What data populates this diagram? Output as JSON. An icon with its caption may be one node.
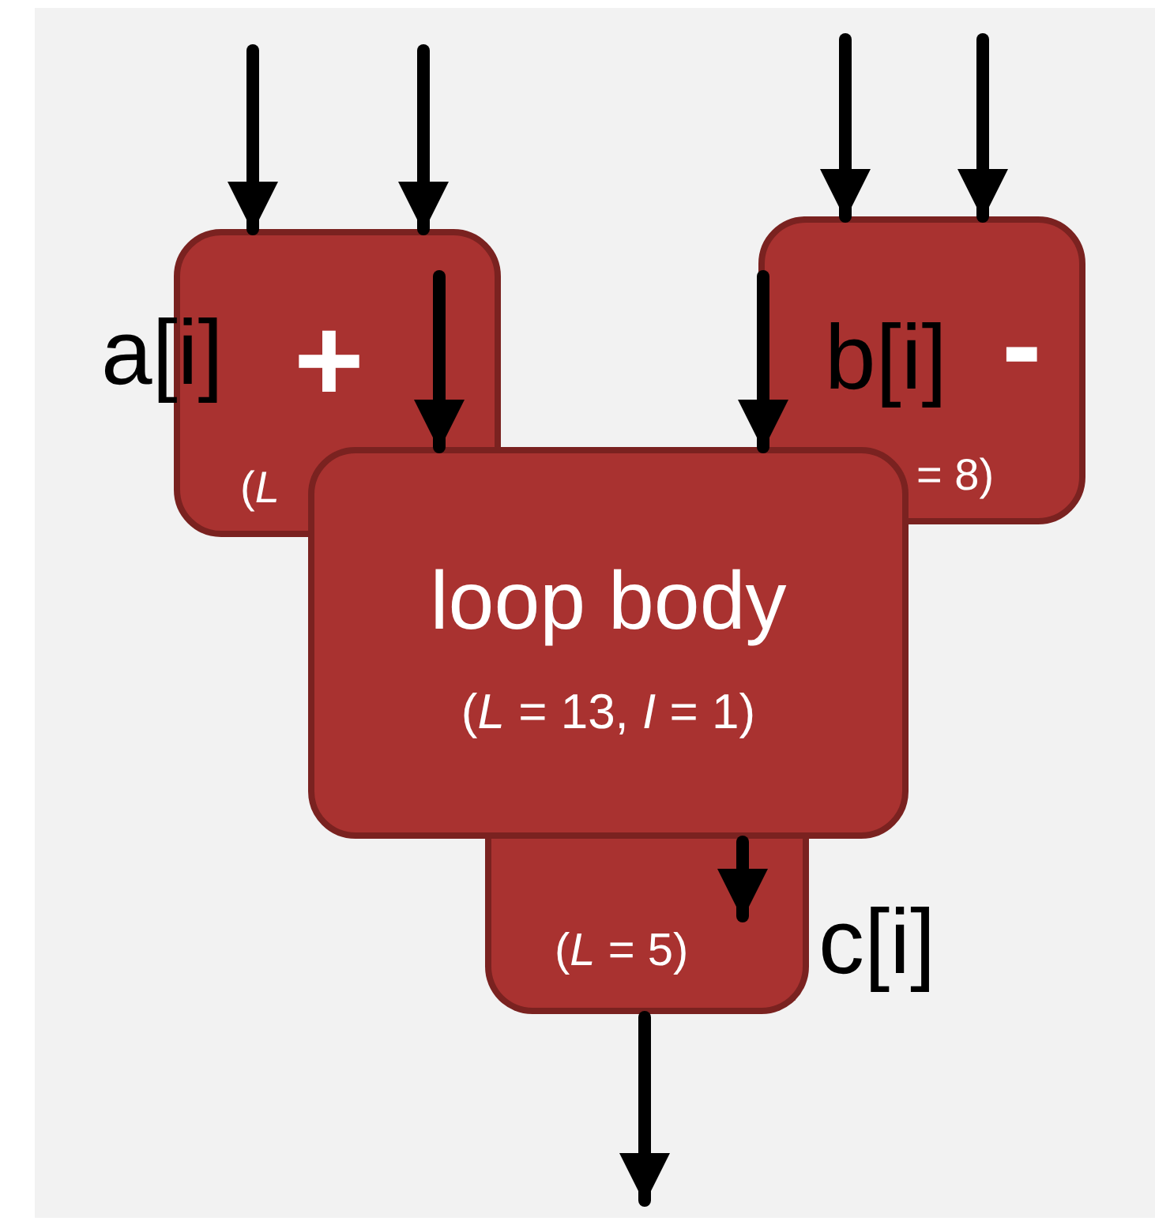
{
  "diagram": {
    "nodes": [
      {
        "text": [
          "+",
          "(*L*"
        ]
      },
      {
        "text": [
          "-",
          "= 8)"
        ]
      },
      {
        "text": [
          "loop body",
          "(*L* = 13, *I* = 1)"
        ]
      },
      {
        "text": [
          "(*L* = 5)"
        ]
      }
    ],
    "edges": [
      {
        "from": null,
        "to": 0,
        "arrow": "to"
      },
      {
        "from": null,
        "to": 0,
        "arrow": "to"
      },
      {
        "from": null,
        "to": 1,
        "arrow": "to"
      },
      {
        "from": null,
        "to": 1,
        "arrow": "to"
      },
      {
        "from": 0,
        "to": 2,
        "arrow": "to"
      },
      {
        "from": 1,
        "to": 2,
        "arrow": "to"
      },
      {
        "from": 2,
        "to": 3,
        "arrow": "to"
      },
      {
        "from": 3,
        "to": null,
        "arrow": "to"
      }
    ],
    "labels": [
      "a[i]",
      "b[i]",
      "c[i]"
    ]
  }
}
